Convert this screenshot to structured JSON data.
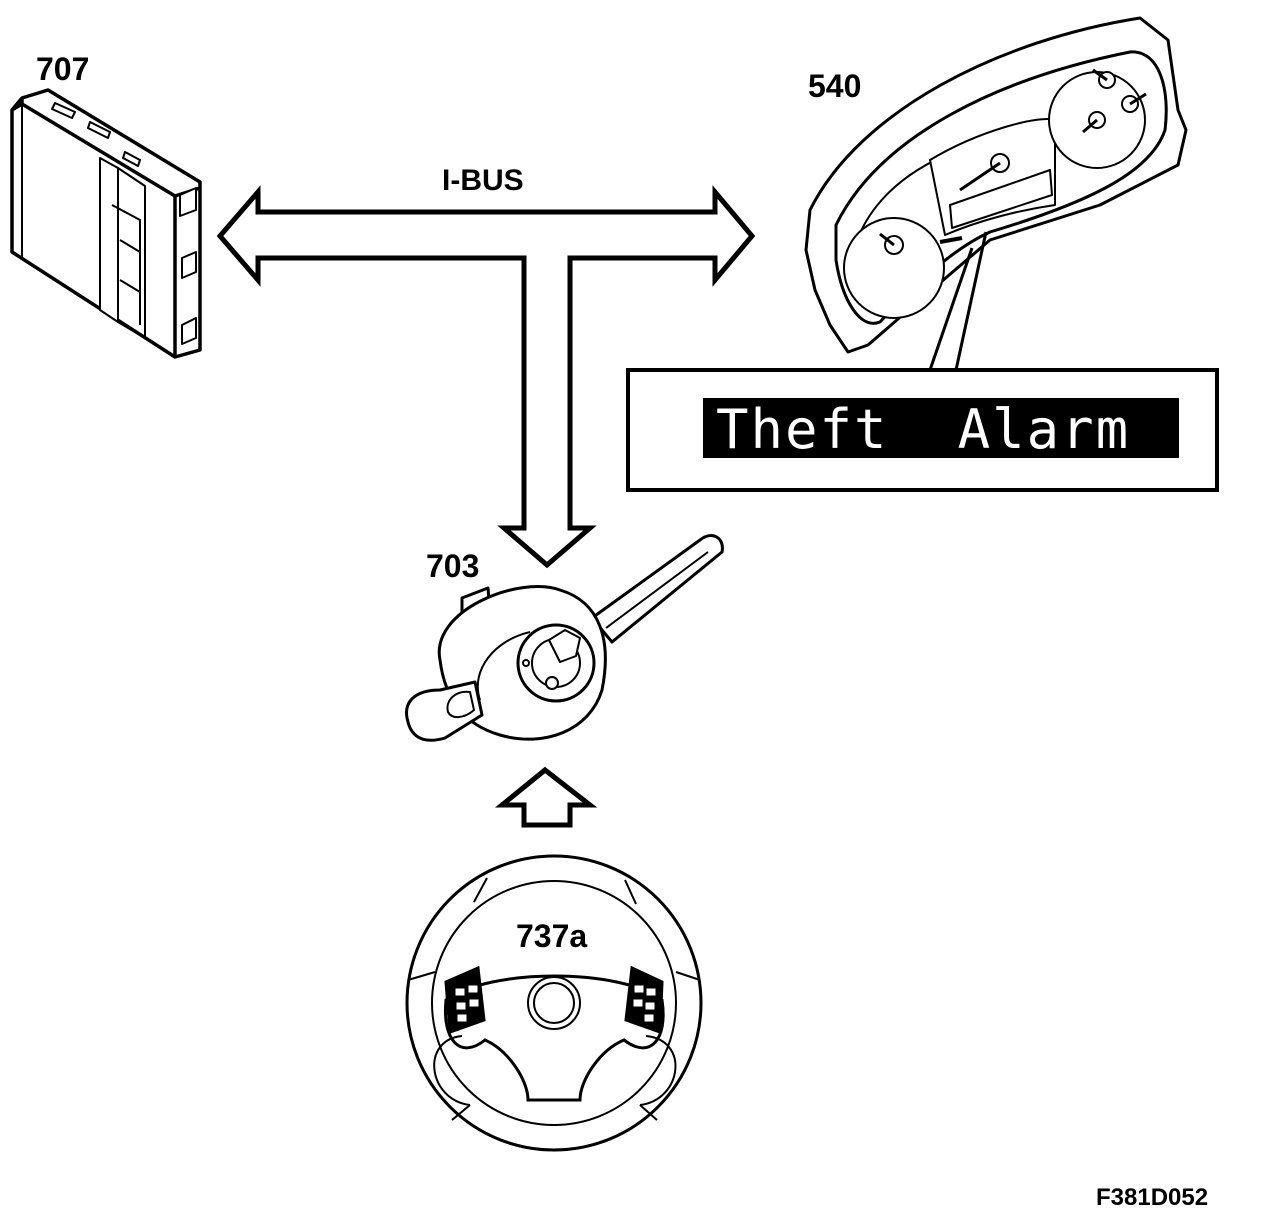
{
  "diagram": {
    "bus_label": "I-BUS",
    "components": [
      {
        "id": "707",
        "label": "707"
      },
      {
        "id": "540",
        "label": "540"
      },
      {
        "id": "703",
        "label": "703"
      },
      {
        "id": "737a",
        "label": "737a"
      }
    ],
    "display_message": "Theft  Alarm",
    "figure_code": "F381D052"
  }
}
